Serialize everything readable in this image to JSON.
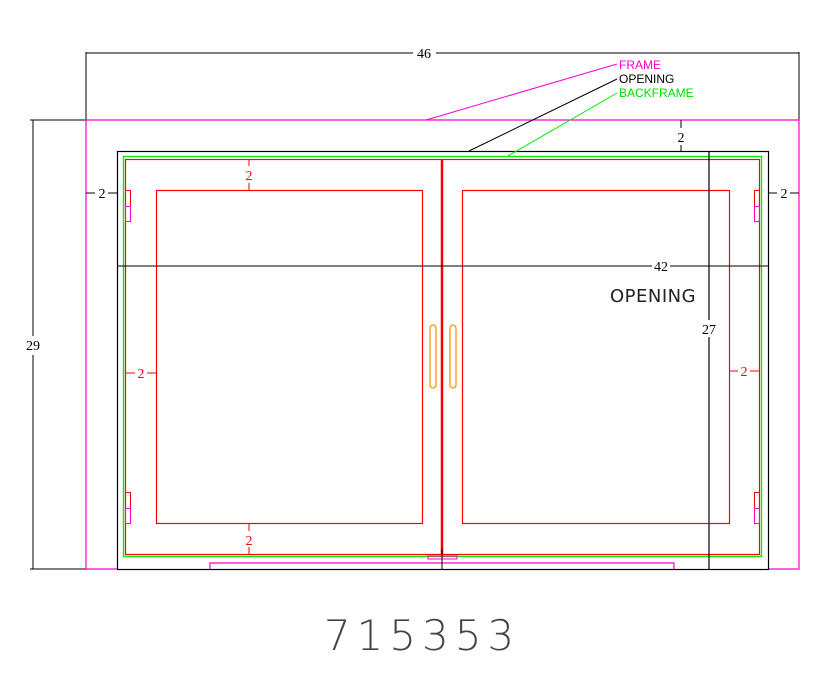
{
  "colors": {
    "frame": "#ff00cc",
    "opening": "#000000",
    "backframe": "#00ee00",
    "door": "#ff0000",
    "handle": "#ff8800",
    "dimension_text": "#000000",
    "door_dimension": "#ff0000",
    "title_text": "#333333"
  },
  "legend": {
    "frame_label": "FRAME",
    "opening_label": "OPENING",
    "backframe_label": "BACKFRAME"
  },
  "dimensions": {
    "overall_width": "46",
    "overall_height": "29",
    "opening_width": "42",
    "opening_height": "27",
    "frame_top": "2",
    "frame_left": "2",
    "frame_right": "2",
    "door_top": "2",
    "door_bottom": "2",
    "door_left": "2",
    "door_right": "2"
  },
  "annotations": {
    "opening_text": "OPENING"
  },
  "drawing_number": "715353"
}
